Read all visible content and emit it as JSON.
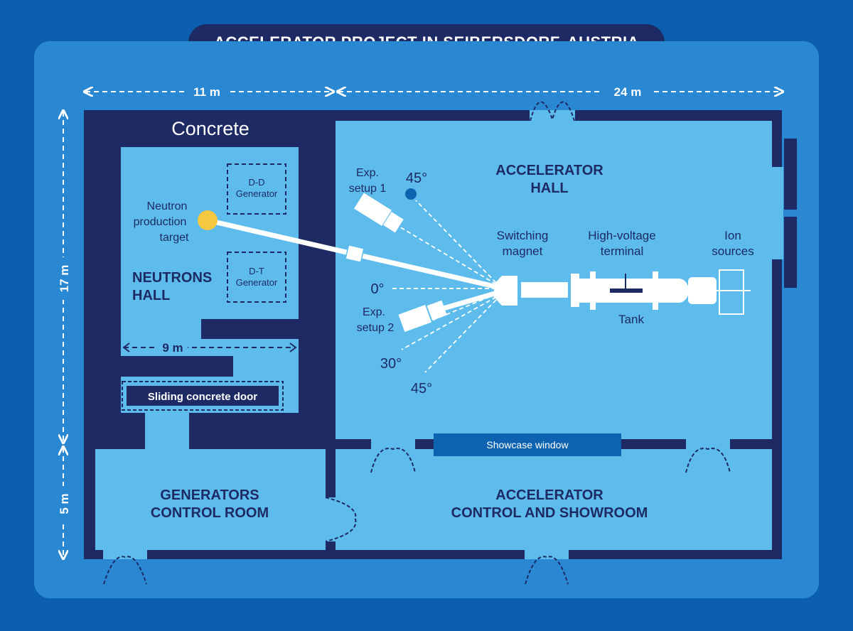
{
  "title": "ACCELERATOR PROJECT IN SEIBERSDORF, AUSTRIA",
  "dimensions": {
    "top_left": "11 m",
    "top_right": "24 m",
    "left_upper": "17 m",
    "left_lower": "5 m",
    "inner": "9 m"
  },
  "rooms": {
    "neutrons_hall_line1": "NEUTRONS",
    "neutrons_hall_line2": "HALL",
    "accelerator_hall_line1": "ACCELERATOR",
    "accelerator_hall_line2": "HALL",
    "generators_control_line1": "GENERATORS",
    "generators_control_line2": "CONTROL ROOM",
    "accel_control_line1": "ACCELERATOR",
    "accel_control_line2": "CONTROL AND SHOWROOM"
  },
  "labels": {
    "concrete": "Concrete",
    "dd_gen_line1": "D-D",
    "dd_gen_line2": "Generator",
    "dt_gen_line1": "D-T",
    "dt_gen_line2": "Generator",
    "target_line1": "Neutron",
    "target_line2": "production",
    "target_line3": "target",
    "sliding_door": "Sliding concrete door",
    "exp1_line1": "Exp.",
    "exp1_line2": "setup 1",
    "exp2_line1": "Exp.",
    "exp2_line2": "setup 2",
    "angle_45_top": "45°",
    "angle_0": "0°",
    "angle_30": "30°",
    "angle_45_bottom": "45°",
    "switching_line1": "Switching",
    "switching_line2": "magnet",
    "hv_line1": "High-voltage",
    "hv_line2": "terminal",
    "ion_line1": "Ion",
    "ion_line2": "sources",
    "tank": "Tank",
    "showcase": "Showcase window"
  },
  "colors": {
    "background": "#0b5fae",
    "panel": "#2a87d2",
    "wall": "#1e2a63",
    "room": "#5dbcec",
    "target": "#f5c842",
    "beam": "#ffffff",
    "showcase": "#0d63b0"
  }
}
